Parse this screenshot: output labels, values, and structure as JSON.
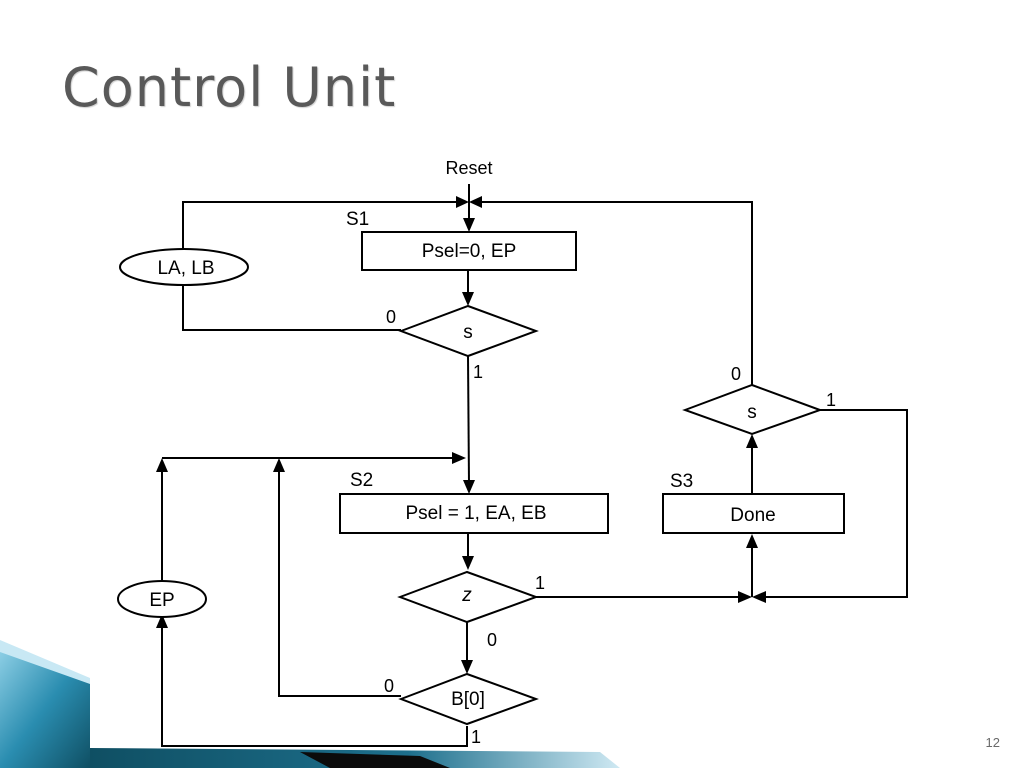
{
  "slide": {
    "title": "Control Unit",
    "number": "12"
  },
  "diagram": {
    "reset_label": "Reset",
    "states": {
      "s1": "S1",
      "s2": "S2",
      "s3": "S3"
    },
    "actions": {
      "s1": "Psel=0, EP",
      "s2": "Psel = 1, EA, EB",
      "s3": "Done"
    },
    "conditional_outputs": {
      "la_lb": "LA, LB",
      "ep": "EP"
    },
    "decisions": {
      "s_state1": "s",
      "z": "z",
      "b0": "B[0]",
      "s_state3": "s"
    },
    "branch_labels": {
      "s1_zero": "0",
      "s1_one": "1",
      "z_one": "1",
      "z_zero": "0",
      "b0_zero": "0",
      "b0_one": "1",
      "s3_zero": "0",
      "s3_one": "1"
    }
  },
  "colors": {
    "title": "#595959",
    "ribbon_dark": "#0f4f63",
    "ribbon_mid": "#2a8db0",
    "ribbon_light": "#8fd0e6"
  }
}
